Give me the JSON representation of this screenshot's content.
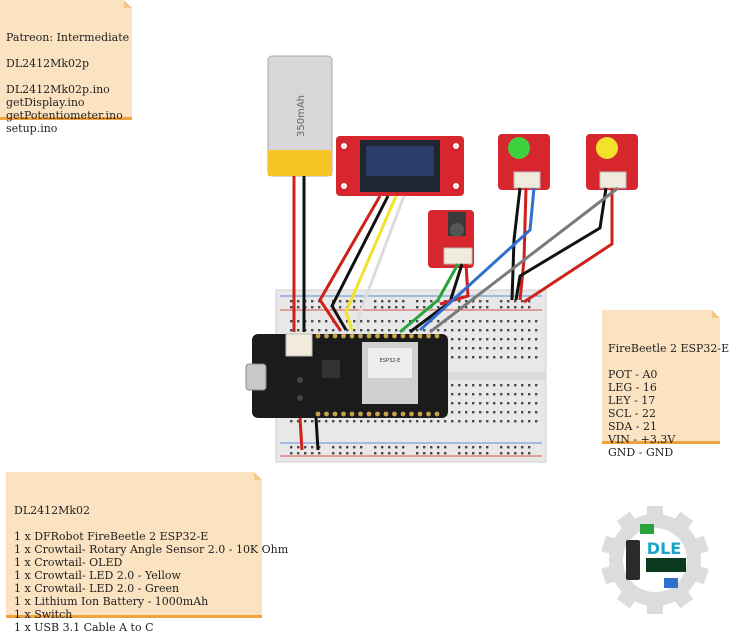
{
  "notes": {
    "top": [
      "Patreon: Intermediate",
      "",
      "DL2412Mk02p",
      "",
      "DL2412Mk02p.ino",
      "getDisplay.ino",
      "getPotentiometer.ino",
      "setup.ino"
    ],
    "pins": [
      "FireBeetle 2 ESP32-E",
      "",
      "POT - A0",
      "LEG - 16",
      "LEY - 17",
      "SCL - 22",
      "SDA - 21",
      "VIN - +3.3V",
      "GND - GND"
    ],
    "parts": [
      "DL2412Mk02",
      "",
      "1 x DFRobot FireBeetle 2 ESP32-E",
      "1 x Crowtail- Rotary Angle Sensor 2.0 - 10K Ohm",
      "1 x Crowtail- OLED",
      "1 x Crowtail- LED 2.0 - Yellow",
      "1 x Crowtail- LED 2.0 - Green",
      "1 x Lithium Ion Battery - 1000mAh",
      "1 x Switch",
      "1 x USB 3.1 Cable A to C"
    ]
  },
  "battery": {
    "label": "350mAh"
  },
  "logo": {
    "text": "DLE"
  },
  "colors": {
    "note_bg": "#fbe3c2",
    "note_border": "#f0a23c",
    "module_red": "#d8262e",
    "board_black": "#1b1b1b",
    "wire_red": "#d0201a",
    "wire_black": "#111111",
    "wire_yellow": "#f2e22a",
    "wire_white": "#dcdcdc",
    "wire_green": "#27a33a",
    "wire_blue": "#2f6fd0",
    "wire_gray": "#7a7a7a",
    "led_green": "#3fd23f",
    "led_yellow": "#f2e22a"
  }
}
